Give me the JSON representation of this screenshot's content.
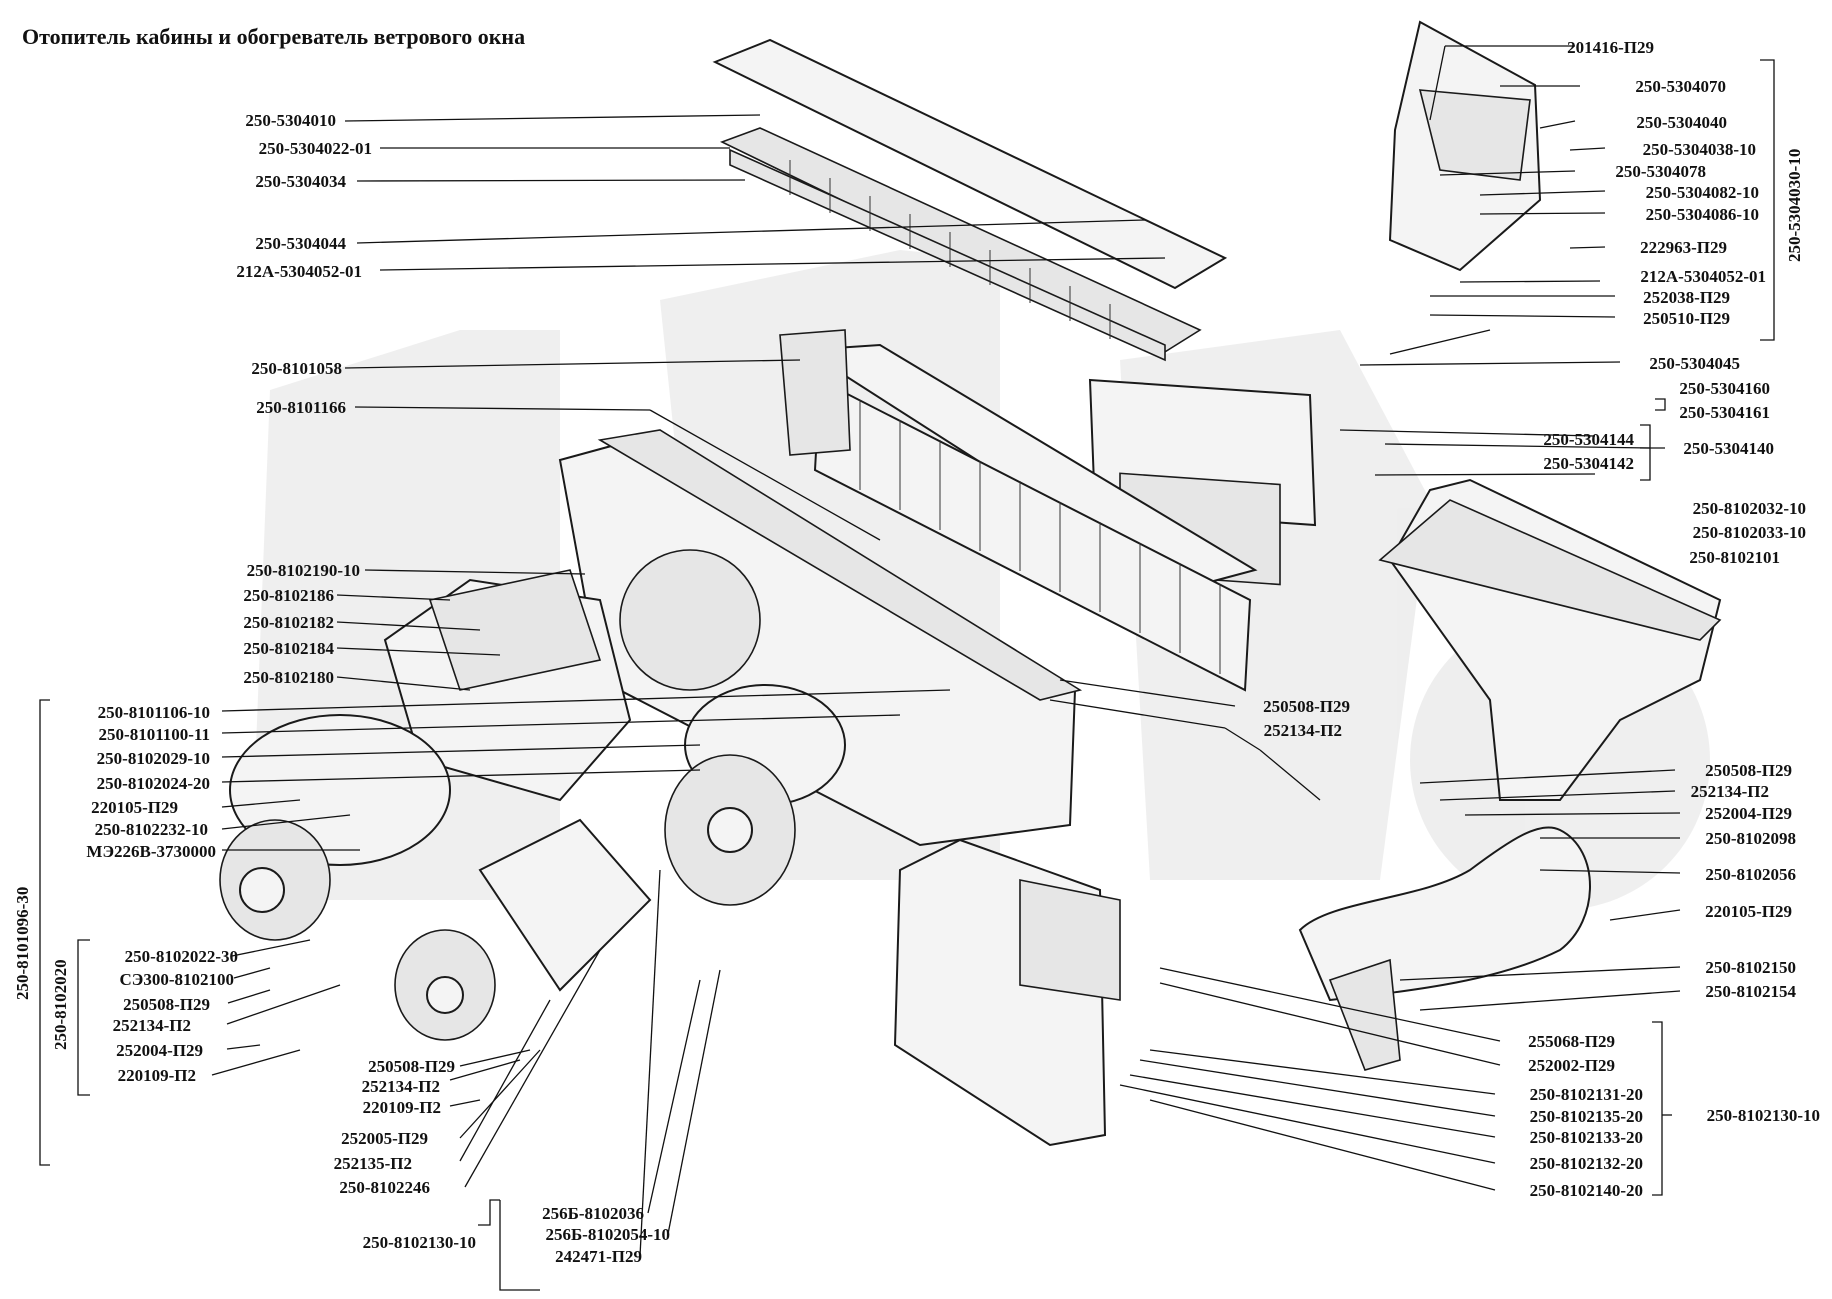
{
  "title": "Отопитель кабины и обогреватель ветрового окна",
  "watermark": "watermark",
  "labels": {
    "l201416": "201416-П29",
    "l5304070": "250-5304070",
    "l5304040": "250-5304040",
    "l5304038": "250-5304038-10",
    "l5304078": "250-5304078",
    "l5304082": "250-5304082-10",
    "l5304086": "250-5304086-10",
    "l222963": "222963-П29",
    "l212A_r": "212А-5304052-01",
    "l252038": "252038-П29",
    "l250510": "250510-П29",
    "l5304045": "250-5304045",
    "l5304160": "250-5304160",
    "l5304161": "250-5304161",
    "l5304144": "250-5304144",
    "l5304142": "250-5304142",
    "l5304140": "250-5304140",
    "l5304030v": "250-5304030-10",
    "l5304010": "250-5304010",
    "l5304022": "250-5304022-01",
    "l5304034": "250-5304034",
    "l5304044": "250-5304044",
    "l212A_l": "212А-5304052-01",
    "l8101058": "250-8101058",
    "l8101166": "250-8101166",
    "l8102190": "250-8102190-10",
    "l8102186": "250-8102186",
    "l8102182": "250-8102182",
    "l8102184": "250-8102184",
    "l8102180": "250-8102180",
    "l8101106": "250-8101106-10",
    "l8101100": "250-8101100-11",
    "l8102029": "250-8102029-10",
    "l8102024": "250-8102024-20",
    "l220105_l": "220105-П29",
    "l8102232": "250-8102232-10",
    "lME226": "МЭ226В-3730000",
    "l8101096v": "250-8101096-30",
    "l8102022": "250-8102022-30",
    "lSE300": "СЭ300-8102100",
    "l250508_l": "250508-П29",
    "l252134_l": "252134-П2",
    "l252004_l": "252004-П29",
    "l220109_l": "220109-П2",
    "l8102020v": "250-8102020",
    "l250508_m": "250508-П29",
    "l252134_m": "252134-П2",
    "l220109_m": "220109-П2",
    "l252005": "252005-П29",
    "l252135": "252135-П2",
    "l8102246": "250-8102246",
    "l8102130_b": "250-8102130-10",
    "l256B036": "256Б-8102036",
    "l256B054": "256Б-8102054-10",
    "l242471": "242471-П29",
    "l250508_c": "250508-П29",
    "l252134_c": "252134-П2",
    "l8102032": "250-8102032-10",
    "l8102033": "250-8102033-10",
    "l8102101": "250-8102101",
    "l250508_r": "250508-П29",
    "l252134_r": "252134-П2",
    "l252004_r": "252004-П29",
    "l8102098": "250-8102098",
    "l8102056": "250-8102056",
    "l220105_r": "220105-П29",
    "l8102150": "250-8102150",
    "l8102154": "250-8102154",
    "l255068": "255068-П29",
    "l252002": "252002-П29",
    "l8102131": "250-8102131-20",
    "l8102135": "250-8102135-20",
    "l8102133": "250-8102133-20",
    "l8102132": "250-8102132-20",
    "l8102140": "250-8102140-20",
    "l8102130_r": "250-8102130-10"
  }
}
